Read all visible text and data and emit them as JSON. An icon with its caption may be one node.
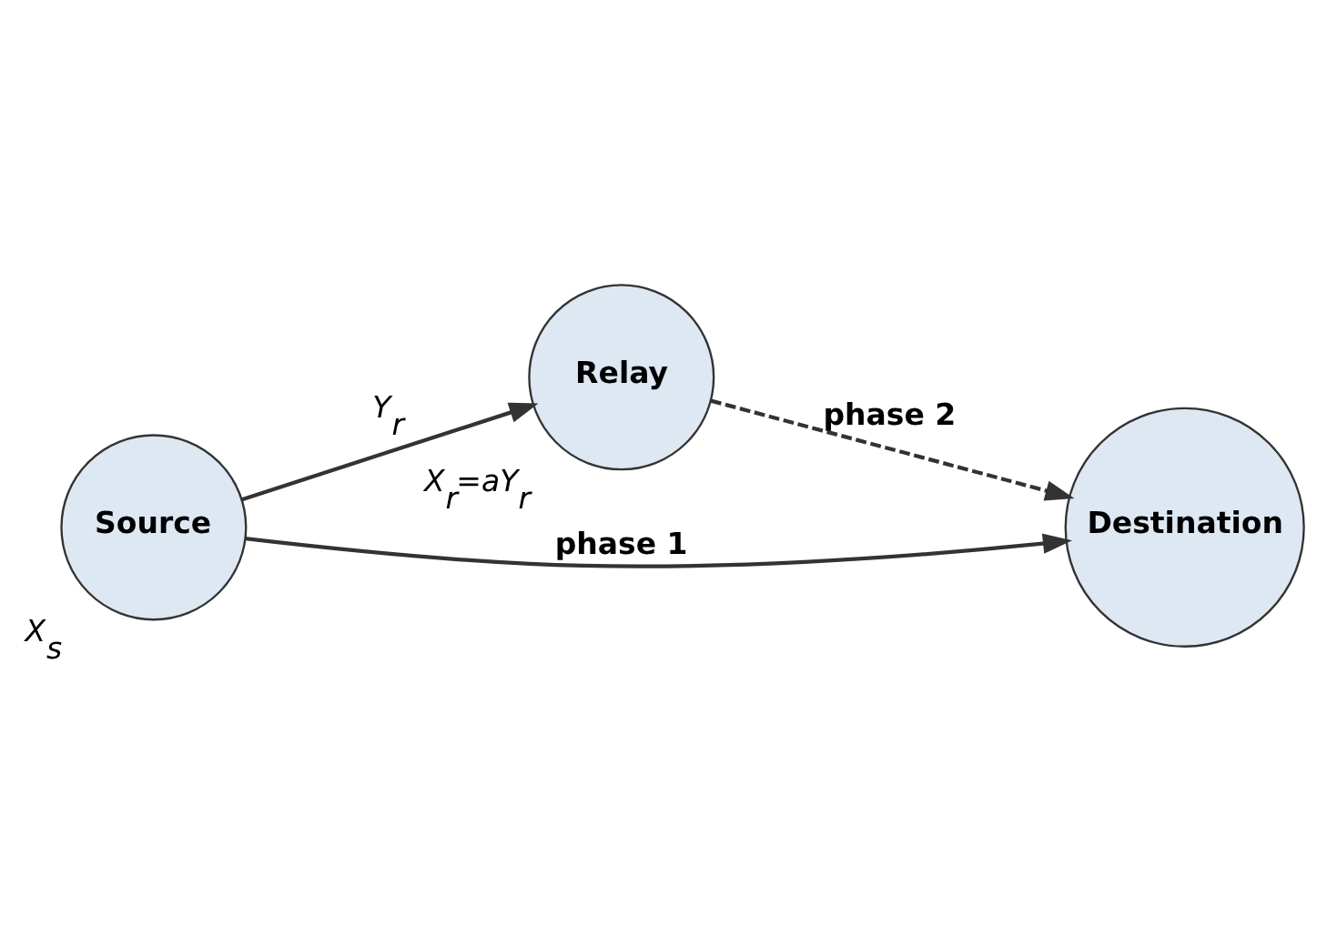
{
  "diagram": {
    "nodes": [
      {
        "text": [
          "Source"
        ],
        "beside": [
          "X$_{s}$"
        ]
      },
      {
        "text": [
          "Relay"
        ],
        "beside": [
          "X$_{r}$=aY$_{r}$"
        ]
      },
      {
        "text": [
          "Destination"
        ]
      }
    ],
    "edges": [
      {
        "from": 0,
        "to": 2,
        "arrow": "to",
        "label": "phase 1"
      },
      {
        "from": 0,
        "to": 1,
        "arrow": "to",
        "label": "Y$_{r}$"
      },
      {
        "from": 1,
        "to": 2,
        "arrow": "to",
        "label": "phase 2",
        "style": "dashed"
      }
    ]
  }
}
